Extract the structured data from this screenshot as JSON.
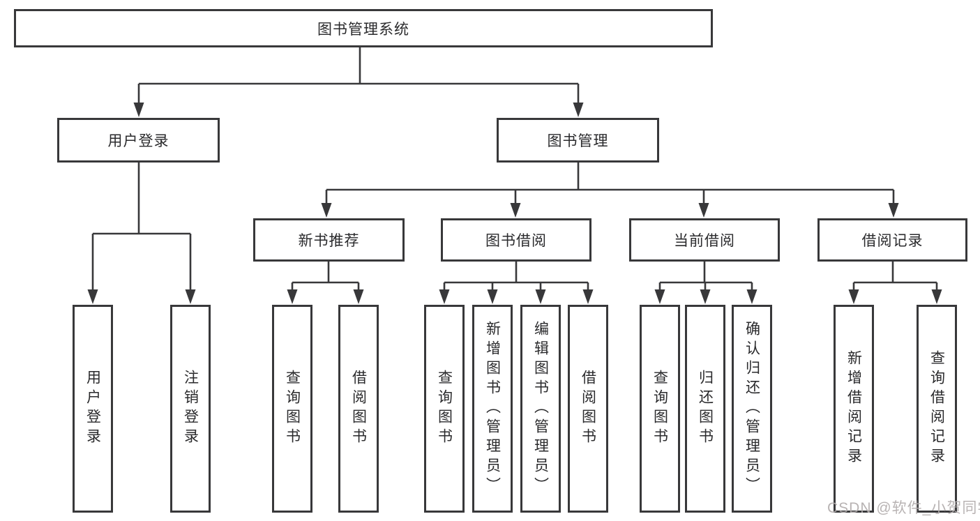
{
  "tree": {
    "root": {
      "label": "图书管理系统",
      "children": [
        {
          "label": "用户登录",
          "children": [
            {
              "label": "用户登录"
            },
            {
              "label": "注销登录"
            }
          ]
        },
        {
          "label": "图书管理",
          "children": [
            {
              "label": "新书推荐",
              "children": [
                {
                  "label": "查询图书"
                },
                {
                  "label": "借阅图书"
                }
              ]
            },
            {
              "label": "图书借阅",
              "children": [
                {
                  "label": "查询图书"
                },
                {
                  "label": "新增图书（管理员）"
                },
                {
                  "label": "编辑图书（管理员）"
                },
                {
                  "label": "借阅图书"
                }
              ]
            },
            {
              "label": "当前借阅",
              "children": [
                {
                  "label": "查询图书"
                },
                {
                  "label": "归还图书"
                },
                {
                  "label": "确认归还（管理员）"
                }
              ]
            },
            {
              "label": "借阅记录",
              "children": [
                {
                  "label": "新增借阅记录"
                },
                {
                  "label": "查询借阅记录"
                }
              ]
            }
          ]
        }
      ]
    }
  },
  "watermark": {
    "text": "CSDN @软件_小贺同学"
  },
  "colors": {
    "line": "#38383a",
    "box_background": "#ffffff",
    "text": "#2a2a2c",
    "watermark": "#b2adad",
    "page_background": "#ffffff"
  }
}
